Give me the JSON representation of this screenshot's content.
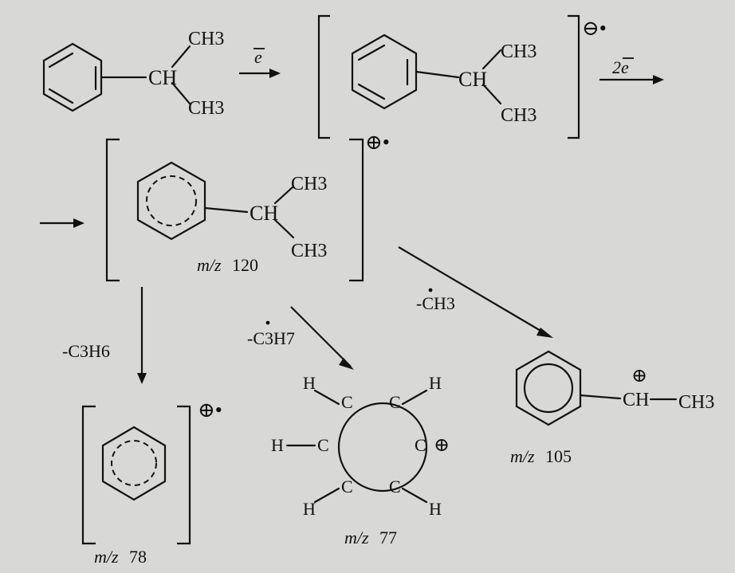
{
  "reactant": {
    "ch": "CH",
    "ch3_top": "CH3",
    "ch3_bottom": "CH3"
  },
  "step1": {
    "reagent": "e"
  },
  "anion": {
    "charge": "⊖•",
    "ch": "CH",
    "ch3_top": "CH3",
    "ch3_bottom": "CH3"
  },
  "step2": {
    "reagent": "2e"
  },
  "molecular_ion": {
    "charge": "⊕•",
    "ch": "CH",
    "ch3_top": "CH3",
    "ch3_bottom": "CH3",
    "mz_prefix": "m/z",
    "mz_value": "120"
  },
  "loss_c3h6": {
    "label": "-C3H6"
  },
  "loss_c3h7": {
    "label": "-C3H7"
  },
  "loss_ch3": {
    "label": "-CH3"
  },
  "ion78": {
    "charge": "⊕•",
    "mz_prefix": "m/z",
    "mz_value": "78"
  },
  "ion77": {
    "h": "H",
    "c": "C",
    "charge": "⊕",
    "mz_prefix": "m/z",
    "mz_value": "77"
  },
  "ion105": {
    "charge": "⊕",
    "ch": "CH",
    "ch3": "CH3",
    "mz_prefix": "m/z",
    "mz_value": "105"
  }
}
